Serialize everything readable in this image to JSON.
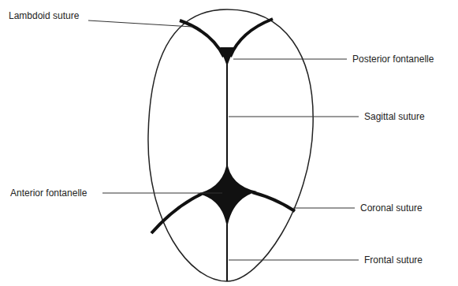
{
  "diagram": {
    "labels": [
      "Lambdoid suture",
      "Posterior fontanelle",
      "Sagittal suture",
      "Anterior fontanelle",
      "Coronal suture",
      "Frontal suture"
    ]
  }
}
